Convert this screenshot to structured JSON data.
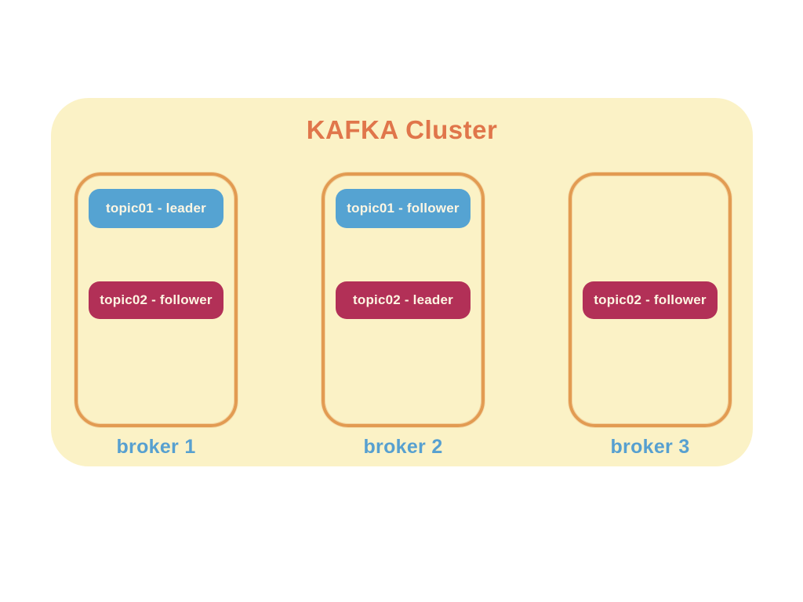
{
  "title": "KAFKA Cluster",
  "colors": {
    "cluster_background": "#FBF2C6",
    "title_text": "#E0764B",
    "broker_border": "#E29B52",
    "broker_label_text": "#57A0D0",
    "topic01_chip": "#55A3D2",
    "topic02_chip": "#B23057",
    "chip_text": "#FDF6E3"
  },
  "brokers": [
    {
      "label": "broker 1",
      "topic01": "topic01 - leader",
      "topic02": "topic02 - follower"
    },
    {
      "label": "broker 2",
      "topic01": "topic01 - follower",
      "topic02": "topic02 - leader"
    },
    {
      "label": "broker 3",
      "topic02": "topic02 - follower"
    }
  ]
}
